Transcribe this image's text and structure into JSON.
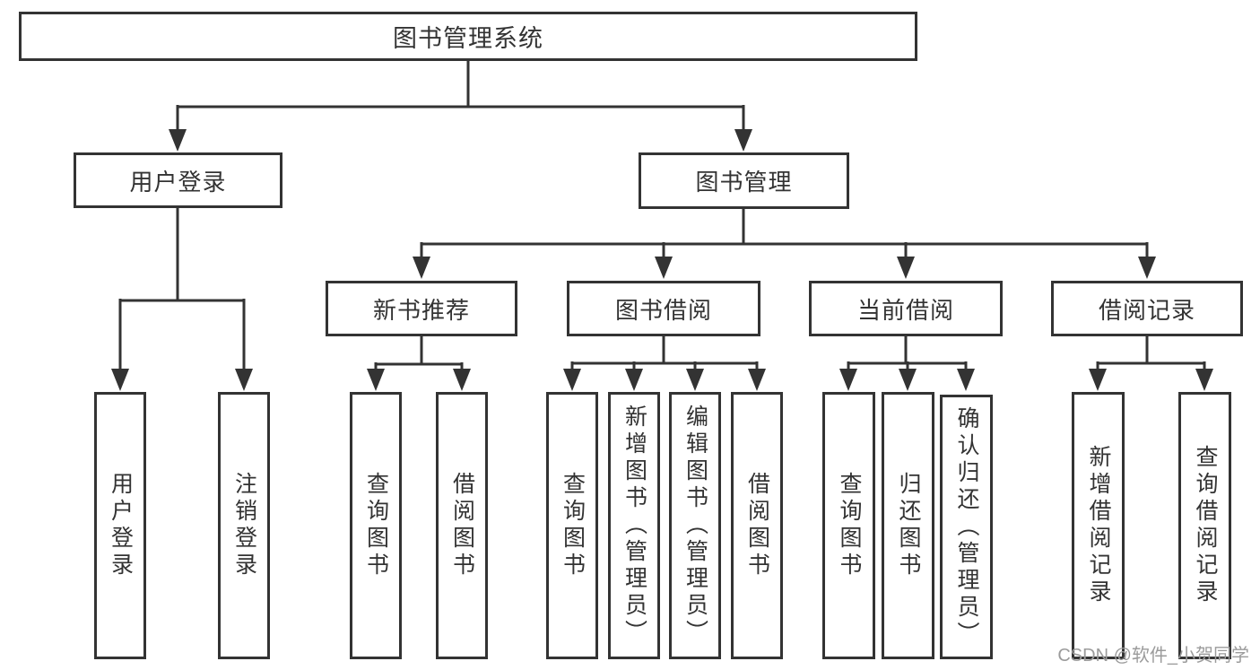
{
  "title": "图书管理系统",
  "level2": [
    "用户登录",
    "图书管理"
  ],
  "level3": [
    "新书推荐",
    "图书借阅",
    "当前借阅",
    "借阅记录"
  ],
  "leaves": [
    [
      "用户登录",
      "注销登录"
    ],
    [
      "查询图书",
      "借阅图书"
    ],
    [
      "查询图书",
      "新增图书（管理员）",
      "编辑图书（管理员）",
      "借阅图书"
    ],
    [
      "查询图书",
      "归还图书",
      "确认归还（管理员）"
    ],
    [
      "新增借阅记录",
      "查询借阅记录"
    ]
  ],
  "watermark": "CSDN @软件_小贺同学",
  "colors": {
    "line": "#333333",
    "box_border": "#333333",
    "text": "#333333",
    "watermark": "#9b9b9b",
    "background": "#ffffff"
  }
}
